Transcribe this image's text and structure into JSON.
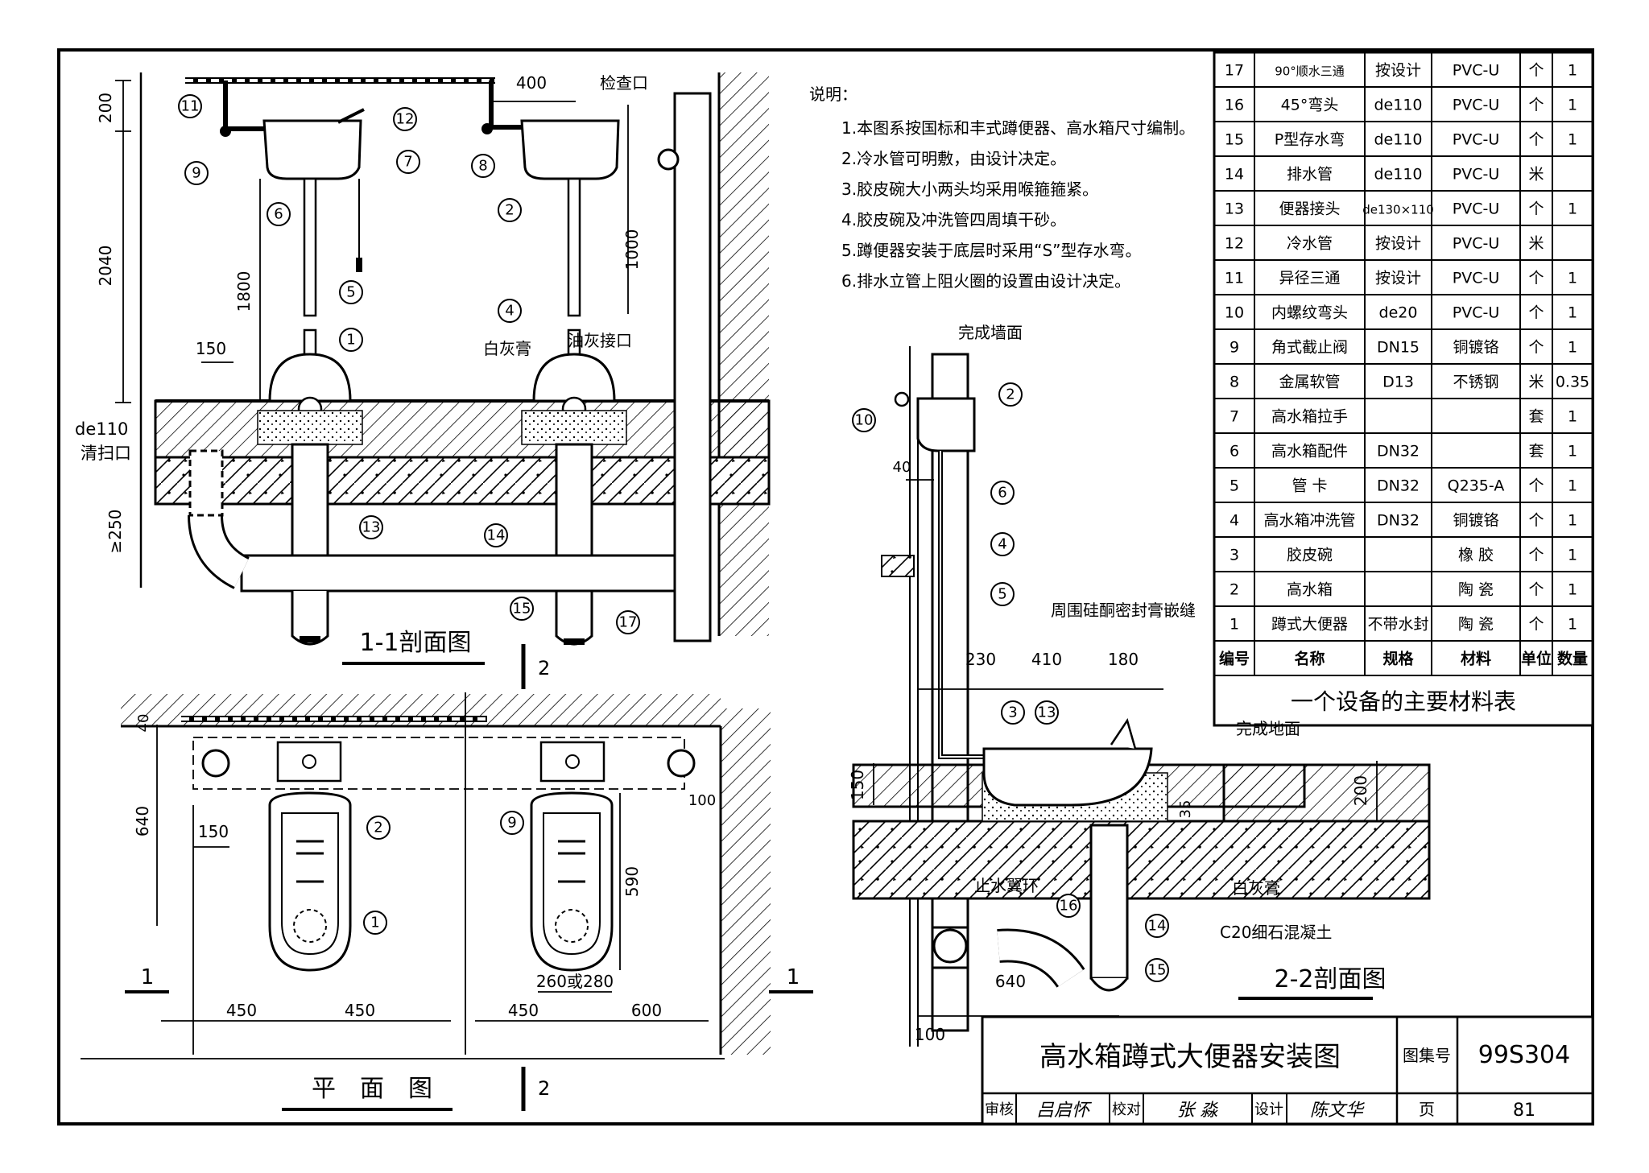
{
  "notes": {
    "heading": "说明：",
    "items": [
      "1.本图系按国标和丰式蹲便器、高水箱尺寸编制。",
      "2.冷水管可明敷，由设计决定。",
      "3.胶皮碗大小两头均采用喉箍箍紧。",
      "4.胶皮碗及冲洗管四周填干砂。",
      "5.蹲便器安装于底层时采用“S”型存水弯。",
      "6.排水立管上阻火圈的设置由设计决定。"
    ]
  },
  "materials": {
    "caption": "一个设备的主要材料表",
    "header": [
      "编号",
      "名称",
      "规格",
      "材料",
      "单位",
      "数量"
    ],
    "rows": [
      [
        "17",
        "90°顺水三通",
        "按设计",
        "PVC-U",
        "个",
        "1"
      ],
      [
        "16",
        "45°弯头",
        "de110",
        "PVC-U",
        "个",
        "1"
      ],
      [
        "15",
        "P型存水弯",
        "de110",
        "PVC-U",
        "个",
        "1"
      ],
      [
        "14",
        "排水管",
        "de110",
        "PVC-U",
        "米",
        ""
      ],
      [
        "13",
        "便器接头",
        "de130×110",
        "PVC-U",
        "个",
        "1"
      ],
      [
        "12",
        "冷水管",
        "按设计",
        "PVC-U",
        "米",
        ""
      ],
      [
        "11",
        "异径三通",
        "按设计",
        "PVC-U",
        "个",
        "1"
      ],
      [
        "10",
        "内螺纹弯头",
        "de20",
        "PVC-U",
        "个",
        "1"
      ],
      [
        "9",
        "角式截止阀",
        "DN15",
        "铜镀铬",
        "个",
        "1"
      ],
      [
        "8",
        "金属软管",
        "D13",
        "不锈钢",
        "米",
        "0.35"
      ],
      [
        "7",
        "高水箱拉手",
        "",
        "",
        "套",
        "1"
      ],
      [
        "6",
        "高水箱配件",
        "DN32",
        "",
        "套",
        "1"
      ],
      [
        "5",
        "管 卡",
        "DN32",
        "Q235-A",
        "个",
        "1"
      ],
      [
        "4",
        "高水箱冲洗管",
        "DN32",
        "铜镀铬",
        "个",
        "1"
      ],
      [
        "3",
        "胶皮碗",
        "",
        "橡 胶",
        "个",
        "1"
      ],
      [
        "2",
        "高水箱",
        "",
        "陶 瓷",
        "个",
        "1"
      ],
      [
        "1",
        "蹲式大便器",
        "不带水封",
        "陶 瓷",
        "个",
        "1"
      ]
    ]
  },
  "titleblock": {
    "title": "高水箱蹲式大便器安装图",
    "atlas_label": "图集号",
    "atlas_no": "99S304",
    "page_label": "页",
    "page_no": "81",
    "review_label": "审核",
    "review_sign": "吕启怀",
    "check_label": "校对",
    "check_sign": "张 淼",
    "design_label": "设计",
    "design_sign": "陈文华"
  },
  "views": {
    "section11": "1-1剖面图",
    "section22": "2-2剖面图",
    "plan": "平　面　图",
    "cut_mark_1": "1",
    "cut_mark_2": "2"
  },
  "section11_labels": {
    "dim_200": "200",
    "dim_2040": "2040",
    "dim_1800": "1800",
    "dim_150": "150",
    "dim_400": "400",
    "dim_1000": "1000",
    "dim_250": "≥250",
    "cleanout": "de110\n清扫口",
    "cleanout_a": "de110",
    "cleanout_b": "清扫口",
    "inspection": "检查口",
    "putty": "白灰膏",
    "putty_joint": "油灰接口"
  },
  "section22_labels": {
    "finished_wall": "完成墙面",
    "sealant": "周围硅酮密封膏嵌缝",
    "finished_floor": "完成地面",
    "waterstop": "止水翼环",
    "putty": "白灰膏",
    "concrete": "C20细石混凝土",
    "dim_40": "40",
    "dim_230": "230",
    "dim_410": "410",
    "dim_180": "180",
    "dim_150": "150",
    "dim_200": "200",
    "dim_35": "35",
    "dim_640": "640",
    "dim_100": "100"
  },
  "plan_labels": {
    "dim_40": "40",
    "dim_640": "640",
    "dim_150": "150",
    "dim_450a": "450",
    "dim_450b": "450",
    "dim_450c": "450",
    "dim_600": "600",
    "dim_590": "590",
    "dim_100": "100",
    "dim_260": "260或280"
  }
}
